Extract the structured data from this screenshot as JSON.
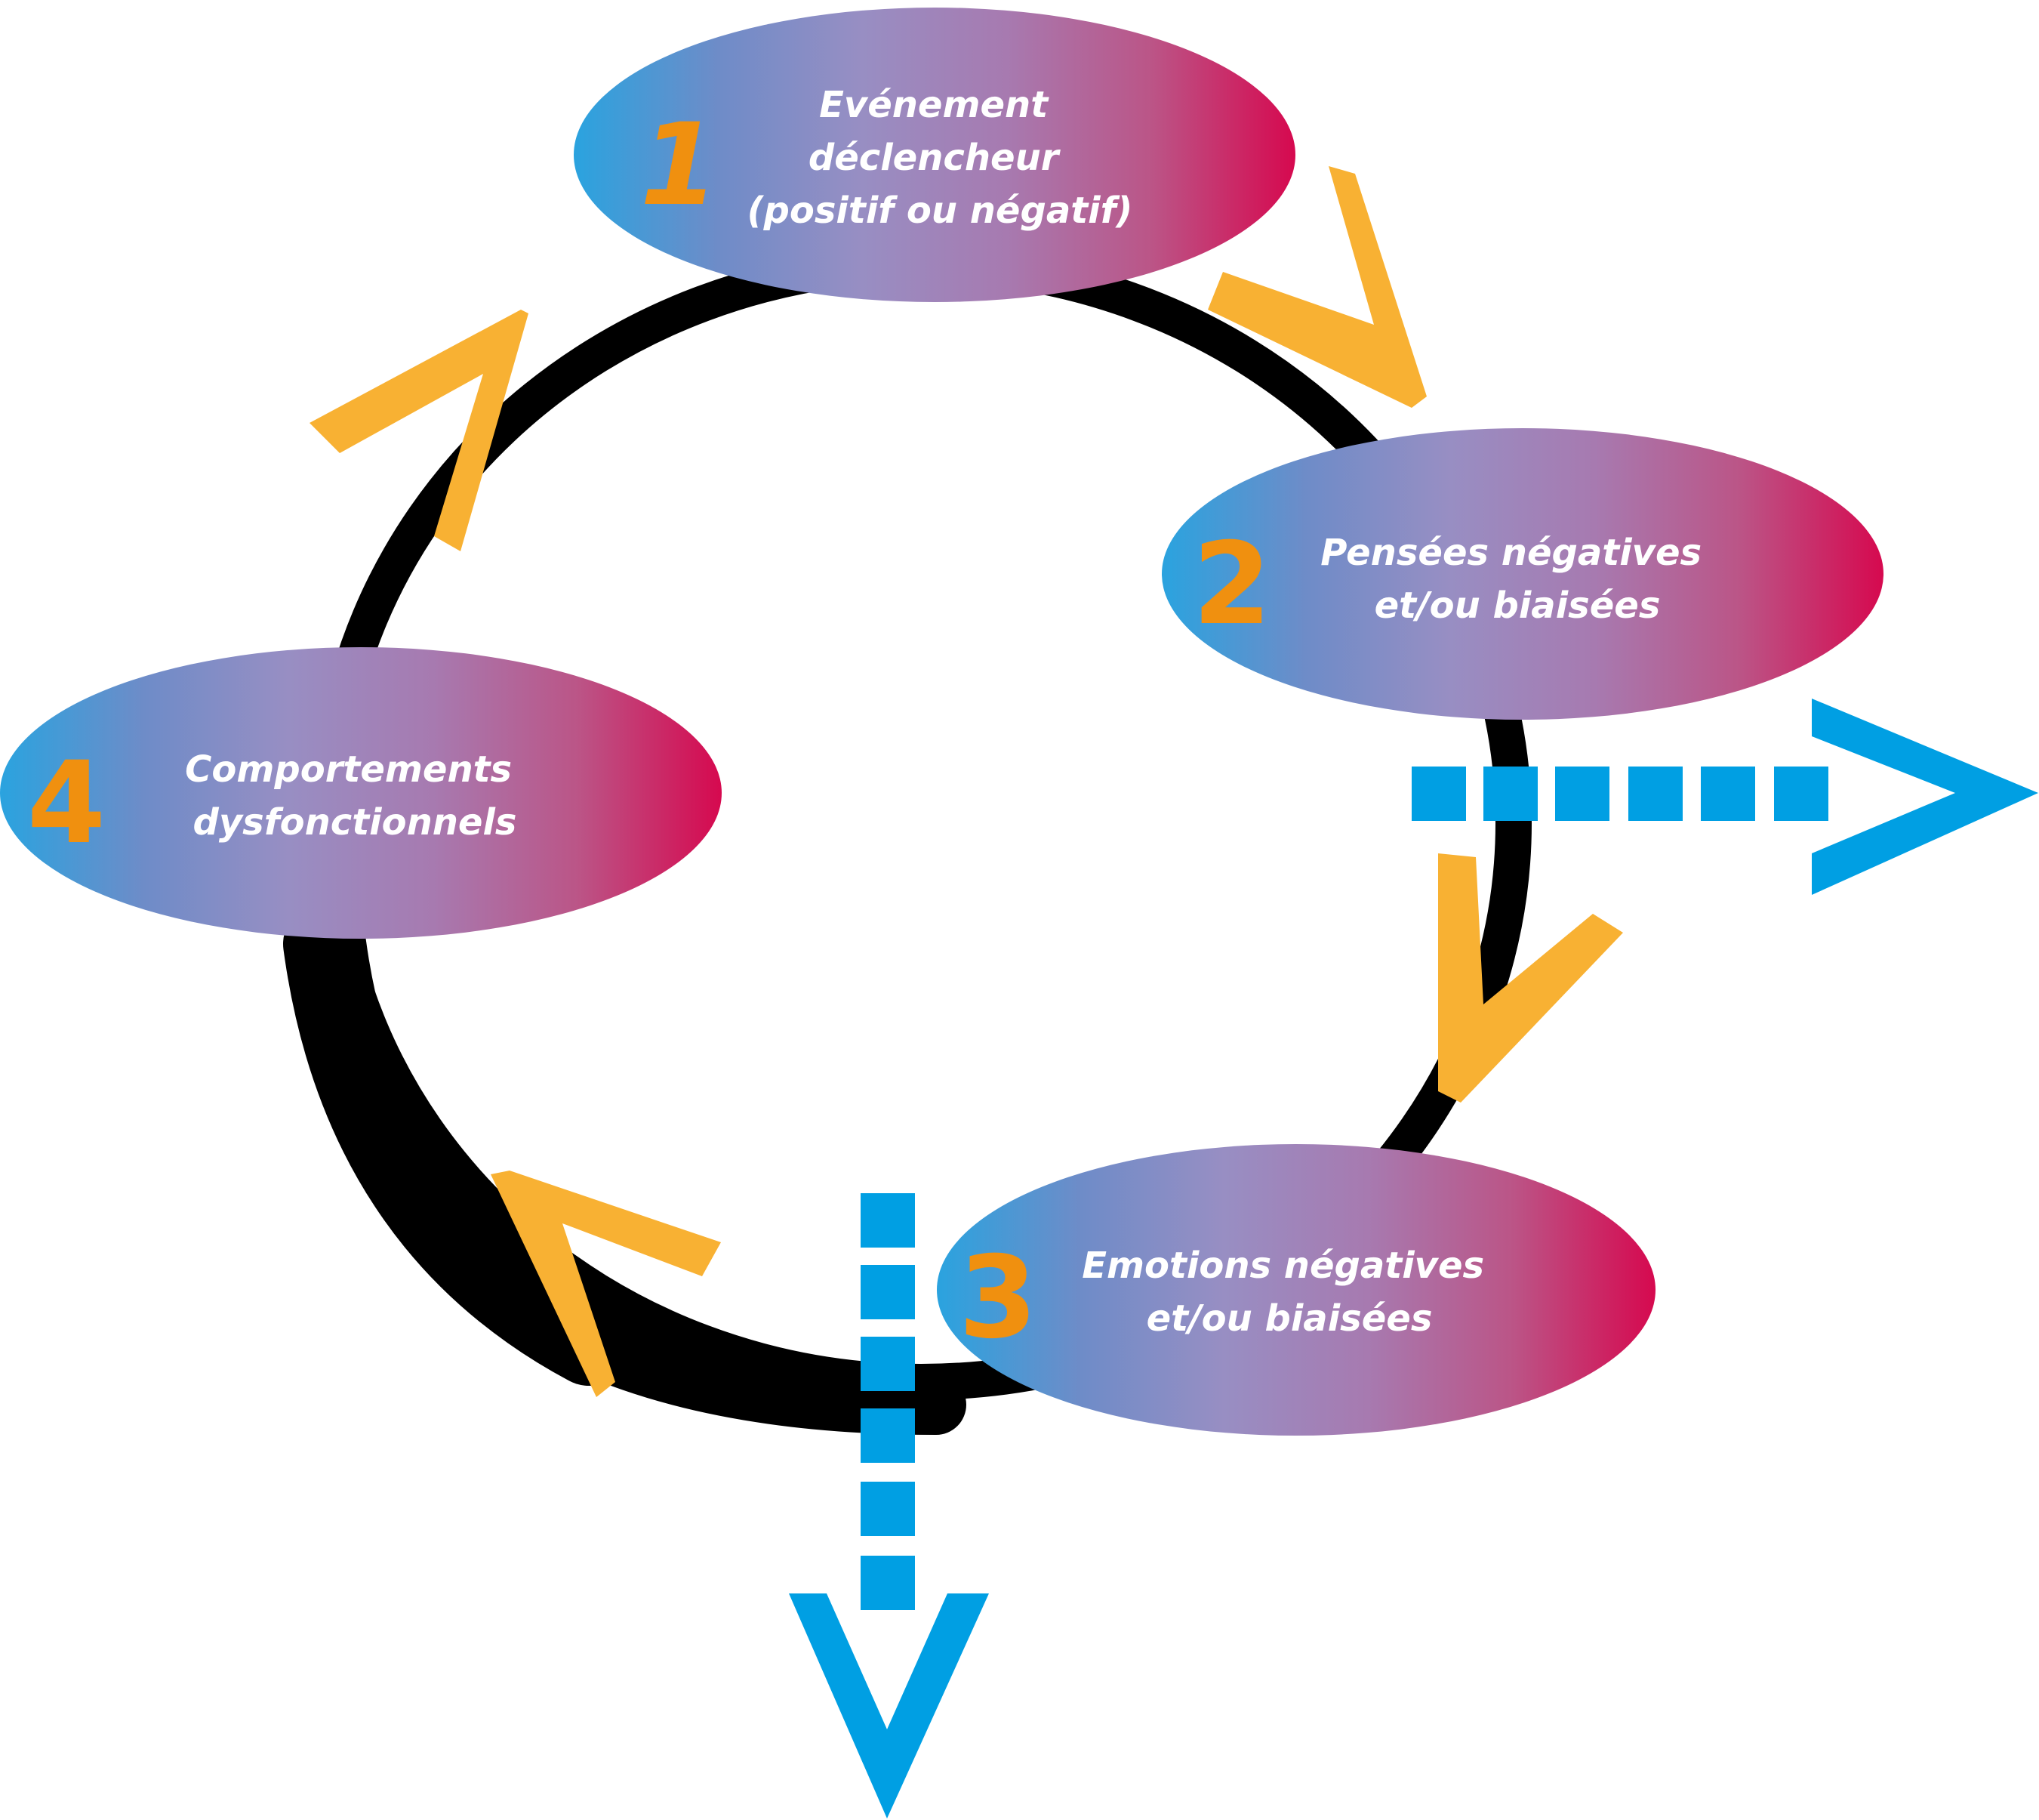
{
  "nodes": [
    {
      "number": "1",
      "lines": [
        "Evénement",
        "déclencheur",
        "(positif ou négatif)"
      ]
    },
    {
      "number": "2",
      "lines": [
        "Pensées négatives",
        "et/ou biaisées"
      ]
    },
    {
      "number": "3",
      "lines": [
        "Emotions négatives",
        "et/ou biaisées"
      ]
    },
    {
      "number": "4",
      "lines": [
        "Comportements",
        "dysfonctionnels"
      ]
    }
  ],
  "colors": {
    "ring": "#000000",
    "cycle_arrow": "#f8b133",
    "exit_arrow": "#009fe3",
    "number": "#f0900f",
    "gradient_start": "#2aa3df",
    "gradient_mid1": "#6e8cc8",
    "gradient_mid2": "#988ec3",
    "gradient_mid3": "#a77ab0",
    "gradient_mid4": "#bb5587",
    "gradient_end": "#d6094f",
    "text": "#ffffff"
  },
  "icons": {
    "cycle_arrows": "chevron-arrow",
    "exit_arrows": "dashed-arrow"
  }
}
